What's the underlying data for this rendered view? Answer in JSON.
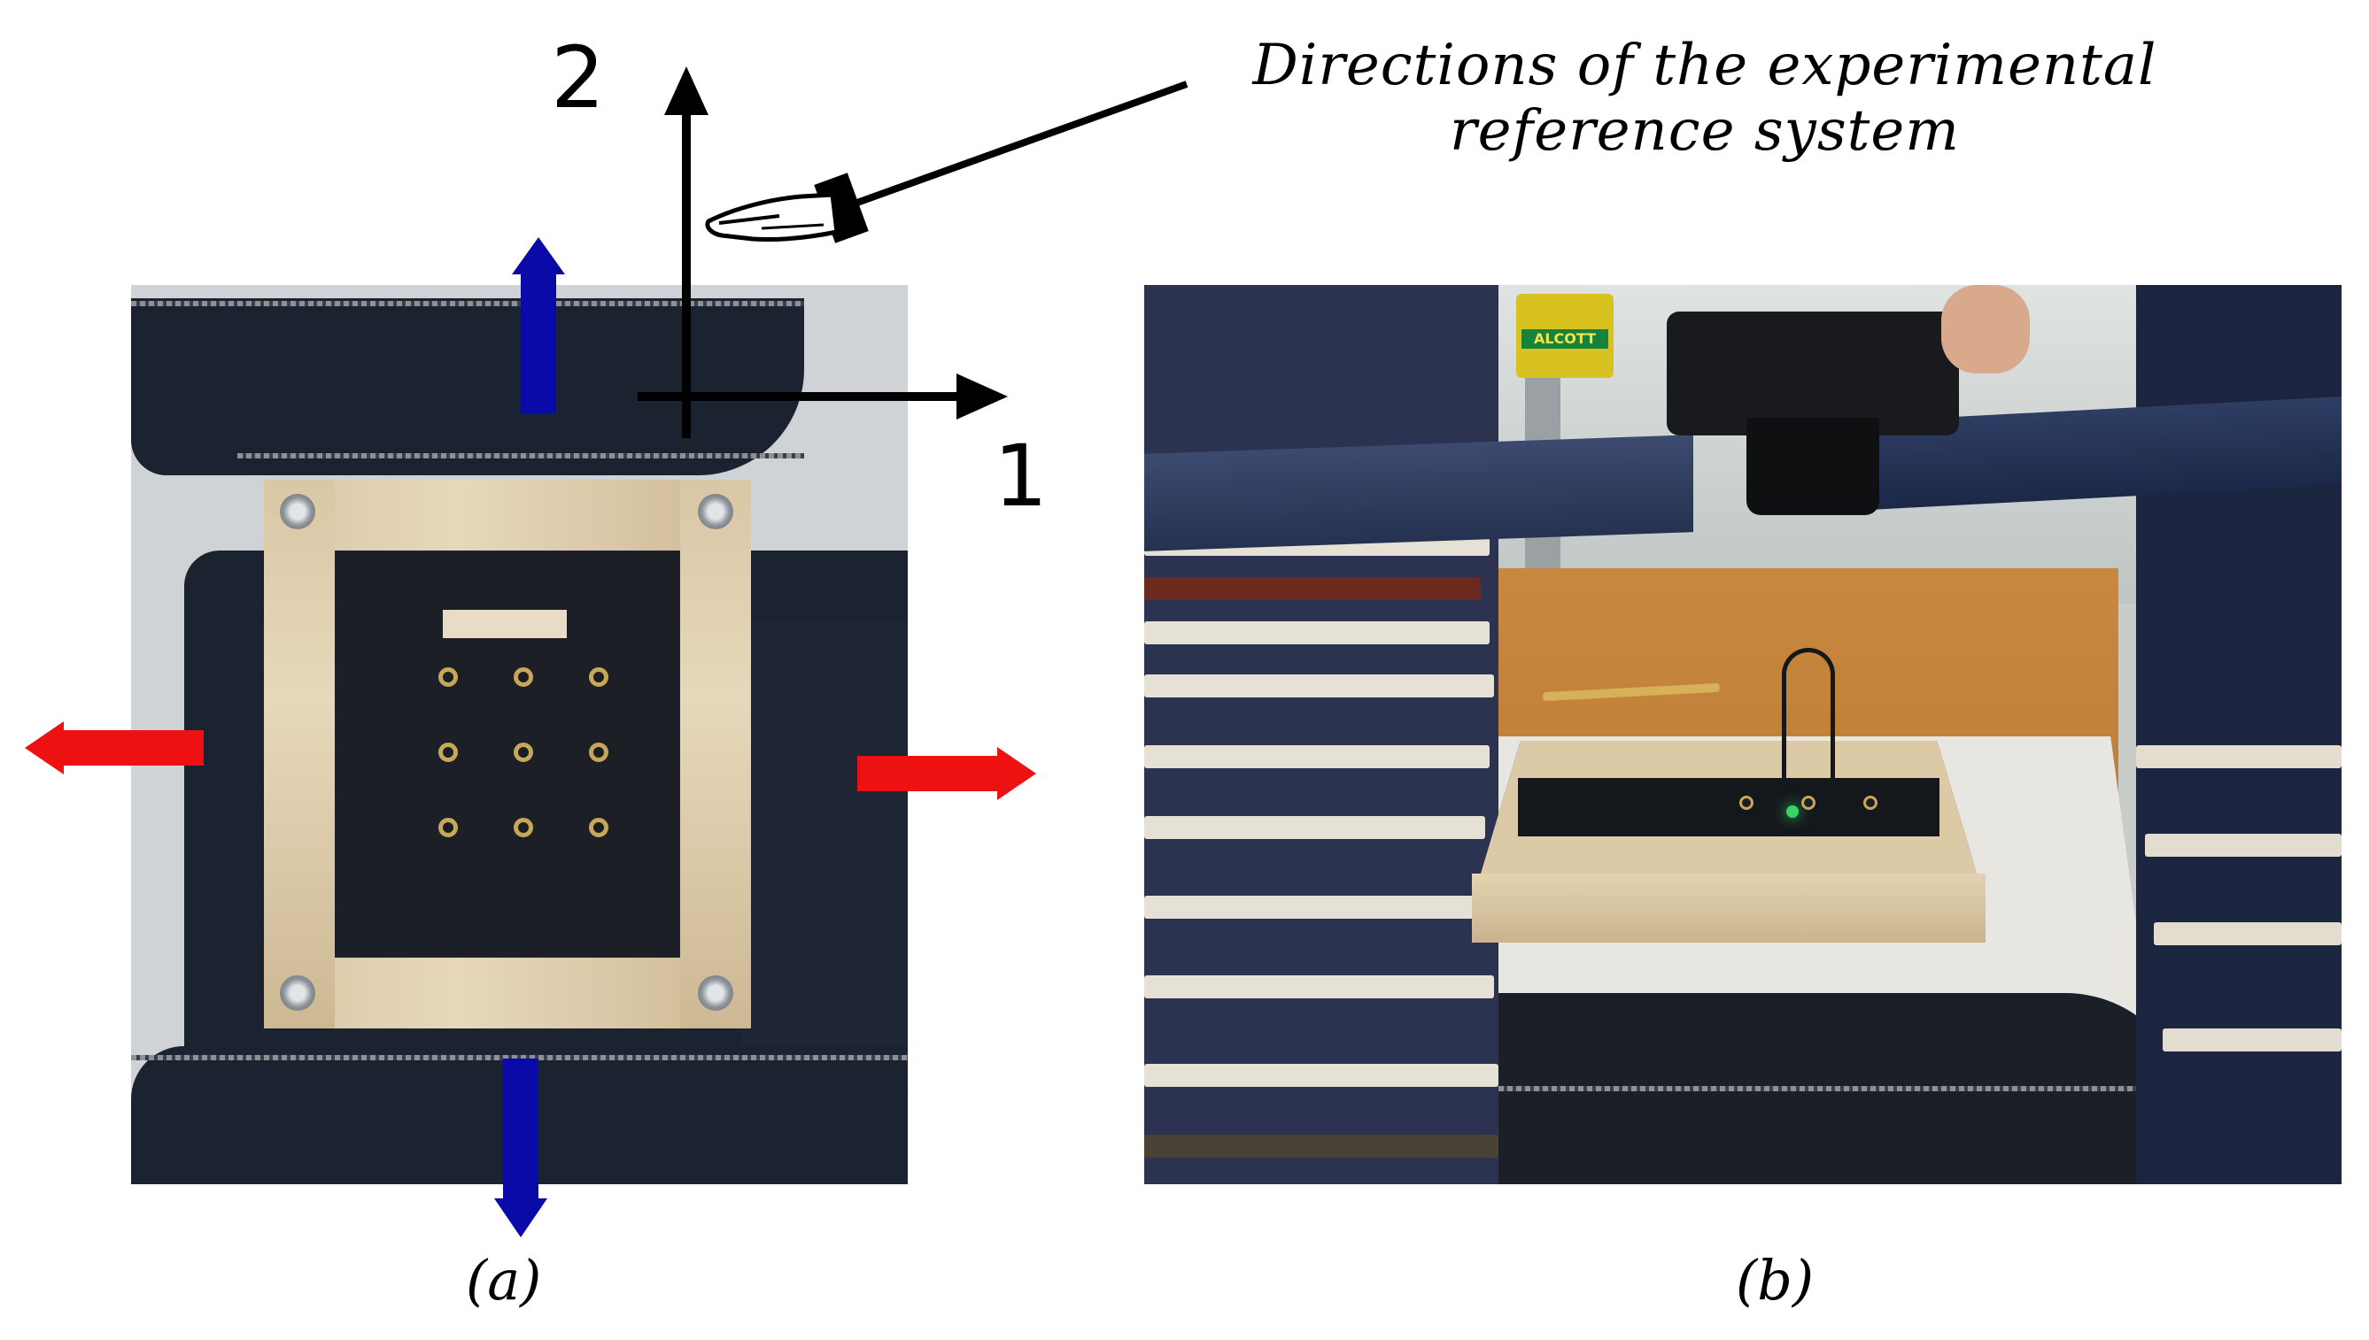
{
  "annotation": {
    "callout_line1": "Directions of the experimental",
    "callout_line2": "reference system",
    "axis_1": "1",
    "axis_2": "2"
  },
  "panels": {
    "a_label": "(a)",
    "b_label": "(b)"
  },
  "photo_b": {
    "sticker_text": "ALCOTT"
  },
  "colors": {
    "arrow_vertical": "#0a0aa8",
    "arrow_horizontal": "#ee1111",
    "axes": "#000000"
  }
}
